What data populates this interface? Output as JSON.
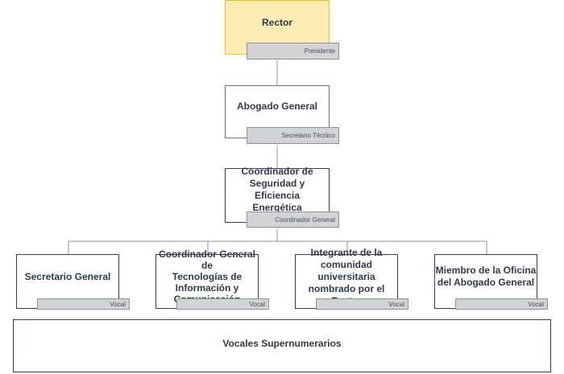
{
  "nodes": {
    "rector": {
      "title": "Rector",
      "role": "Presidente"
    },
    "abogado": {
      "title": "Abogado General",
      "role": "Secretario Técnico"
    },
    "coordinador_seguridad": {
      "title": "Coordinador de\nSeguridad y Eficiencia\nEnergética",
      "role": "Coordinador General"
    },
    "secretario_general": {
      "title": "Secretario General",
      "role": "Vocal"
    },
    "coordinador_tic": {
      "title": "Coordinador General de\nTecnologías de\nInformación y\nComunicación",
      "role": "Vocal"
    },
    "integrante": {
      "title": "Integrante de la\ncomunidad universitaria\nnombrado por el Rector",
      "role": "Vocal"
    },
    "miembro_oficina": {
      "title": "Miembro de la Oficina\ndel Abogado General",
      "role": "Vocal"
    },
    "vocales_super": {
      "title": "Vocales Supernumerarios"
    }
  },
  "colors": {
    "rector_fill": "#fbeab2",
    "rector_border": "#e6bf2a",
    "blue_border": "#4a74c4",
    "dark_border": "#2f3f5a",
    "tag_fill": "#d2d3d5",
    "connector": "#8f9297"
  }
}
